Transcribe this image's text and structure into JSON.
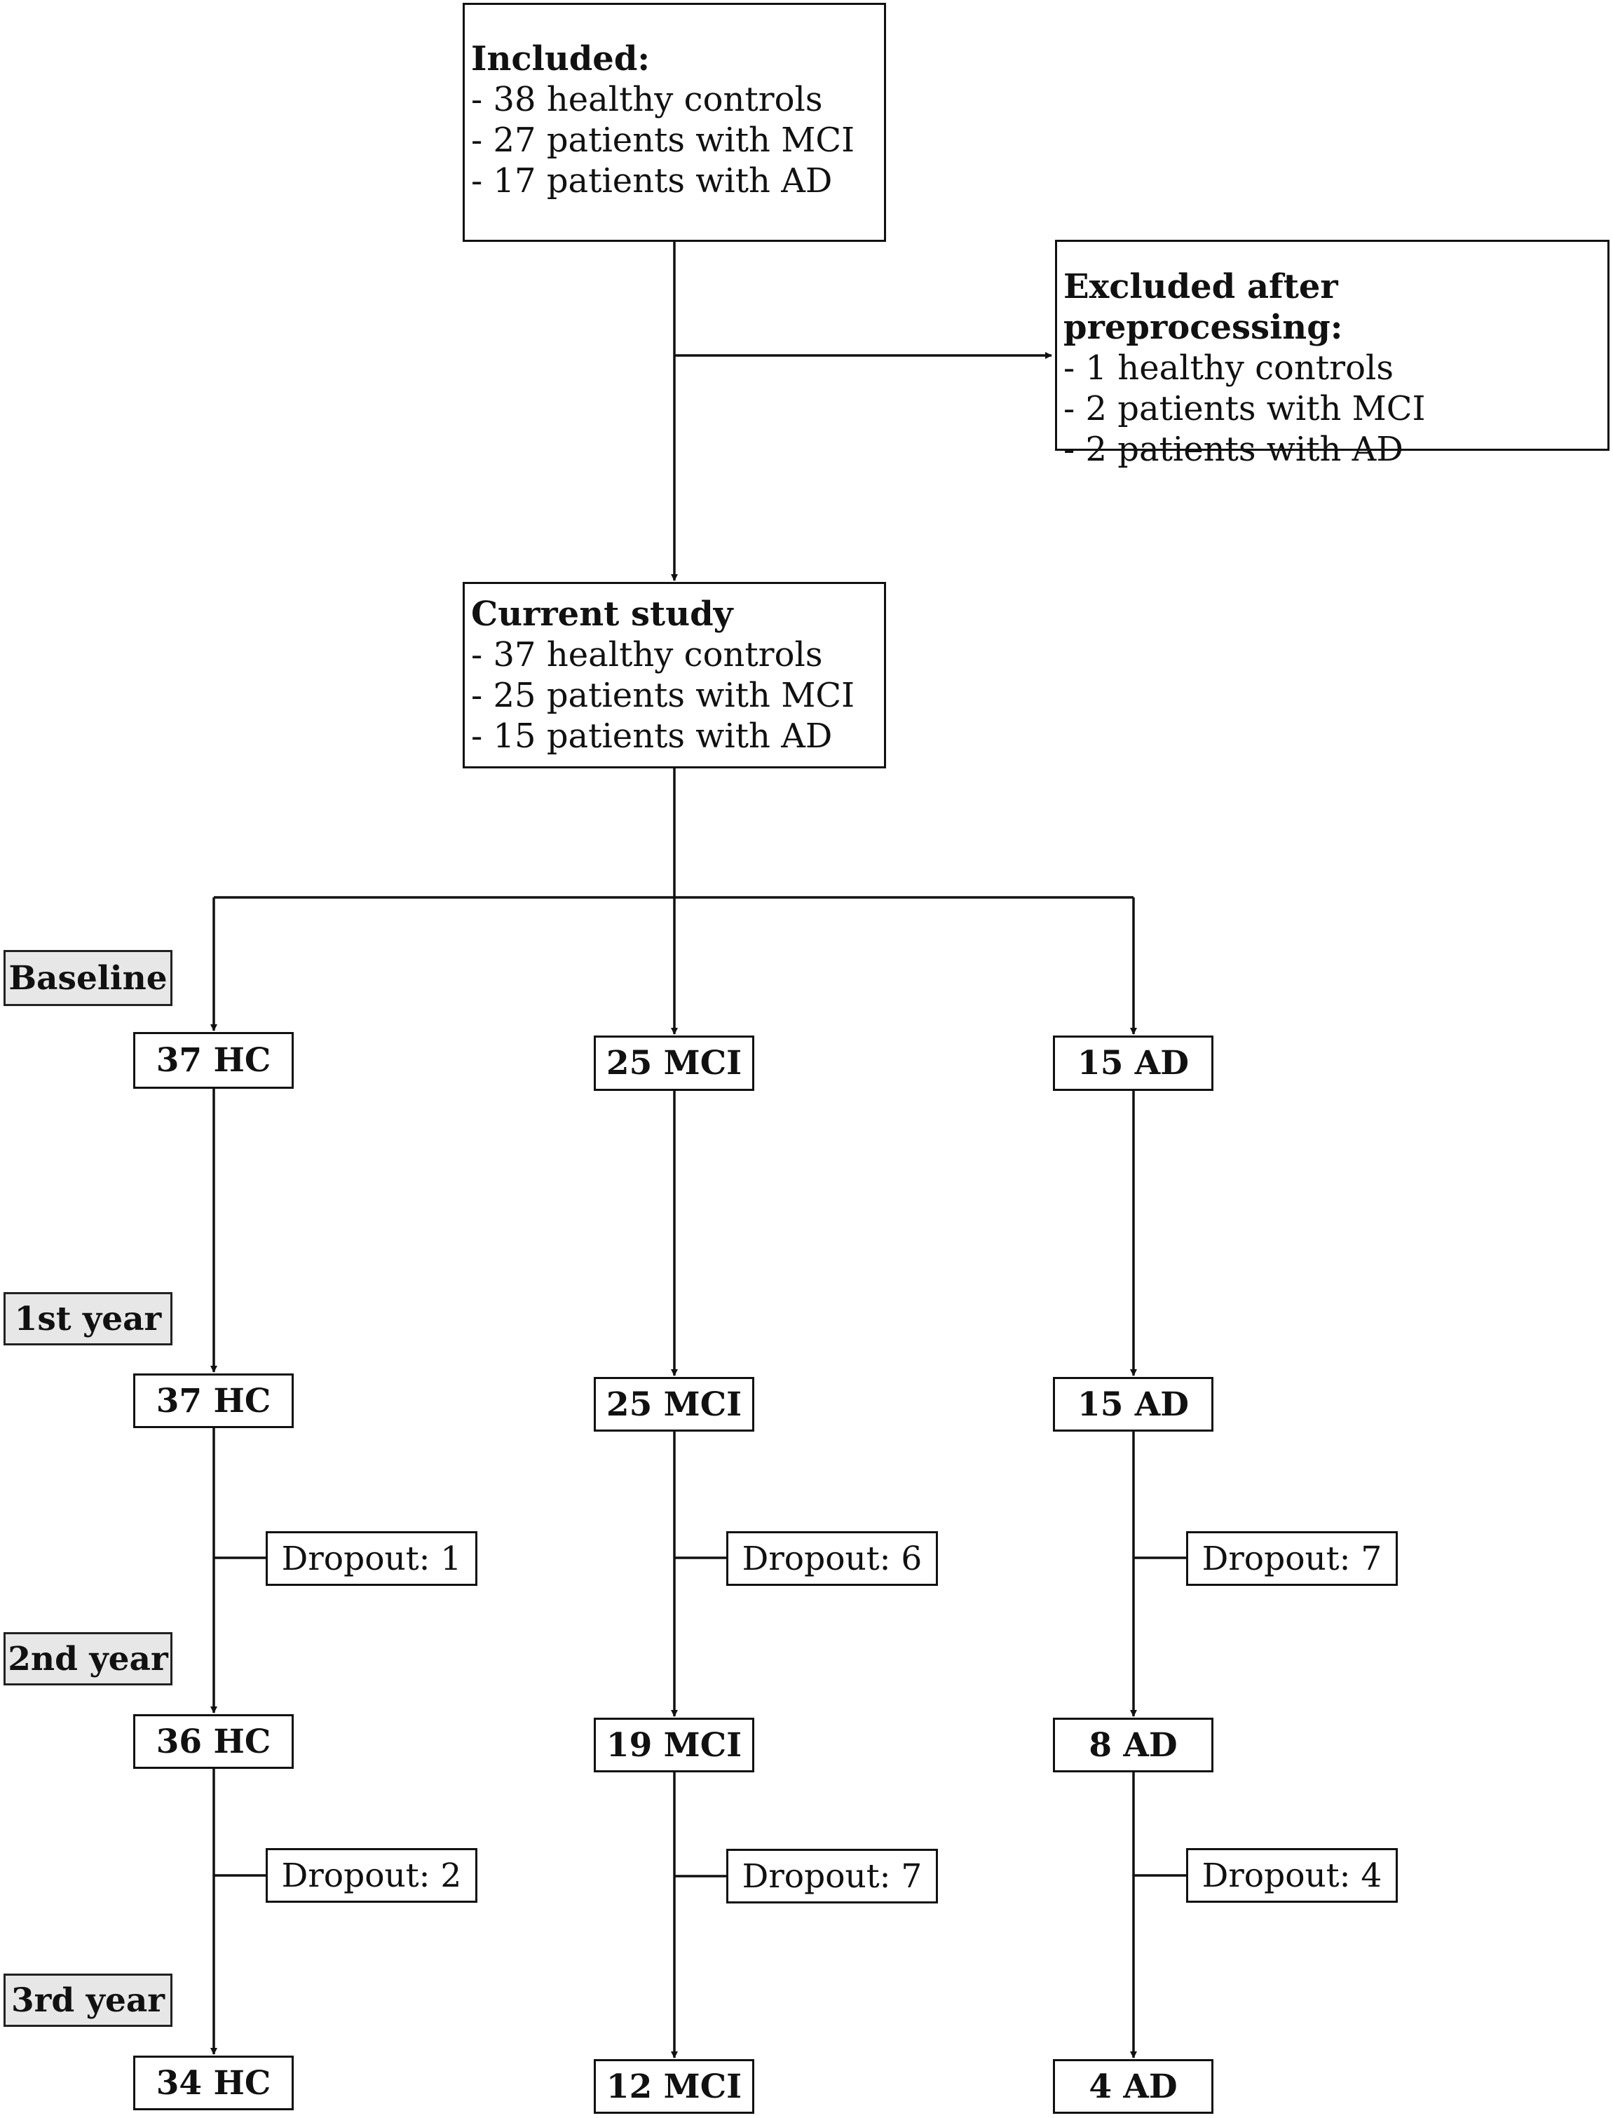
{
  "included": {
    "heading": "Included:",
    "items": [
      "- 38 healthy controls",
      "- 27 patients with MCI",
      "- 17 patients with AD"
    ]
  },
  "excluded": {
    "heading": "Excluded after preprocessing:",
    "items": [
      "- 1 healthy controls",
      "- 2 patients with MCI",
      "- 2 patients with AD"
    ]
  },
  "current_study": {
    "heading": "Current study",
    "items": [
      "- 37 healthy controls",
      "- 25 patients with MCI",
      "- 15 patients with AD"
    ]
  },
  "time_labels": [
    "Baseline",
    "1st year",
    "2nd year",
    "3rd year"
  ],
  "groups": {
    "hc": {
      "nodes": [
        "37 HC",
        "37 HC",
        "36 HC",
        "34 HC"
      ],
      "dropouts": [
        "Dropout: 1",
        "Dropout: 2"
      ]
    },
    "mci": {
      "nodes": [
        "25 MCI",
        "25 MCI",
        "19 MCI",
        "12 MCI"
      ],
      "dropouts": [
        "Dropout: 6",
        "Dropout: 7"
      ]
    },
    "ad": {
      "nodes": [
        "15 AD",
        "15 AD",
        "8 AD",
        "4 AD"
      ],
      "dropouts": [
        "Dropout: 7",
        "Dropout: 4"
      ]
    }
  }
}
